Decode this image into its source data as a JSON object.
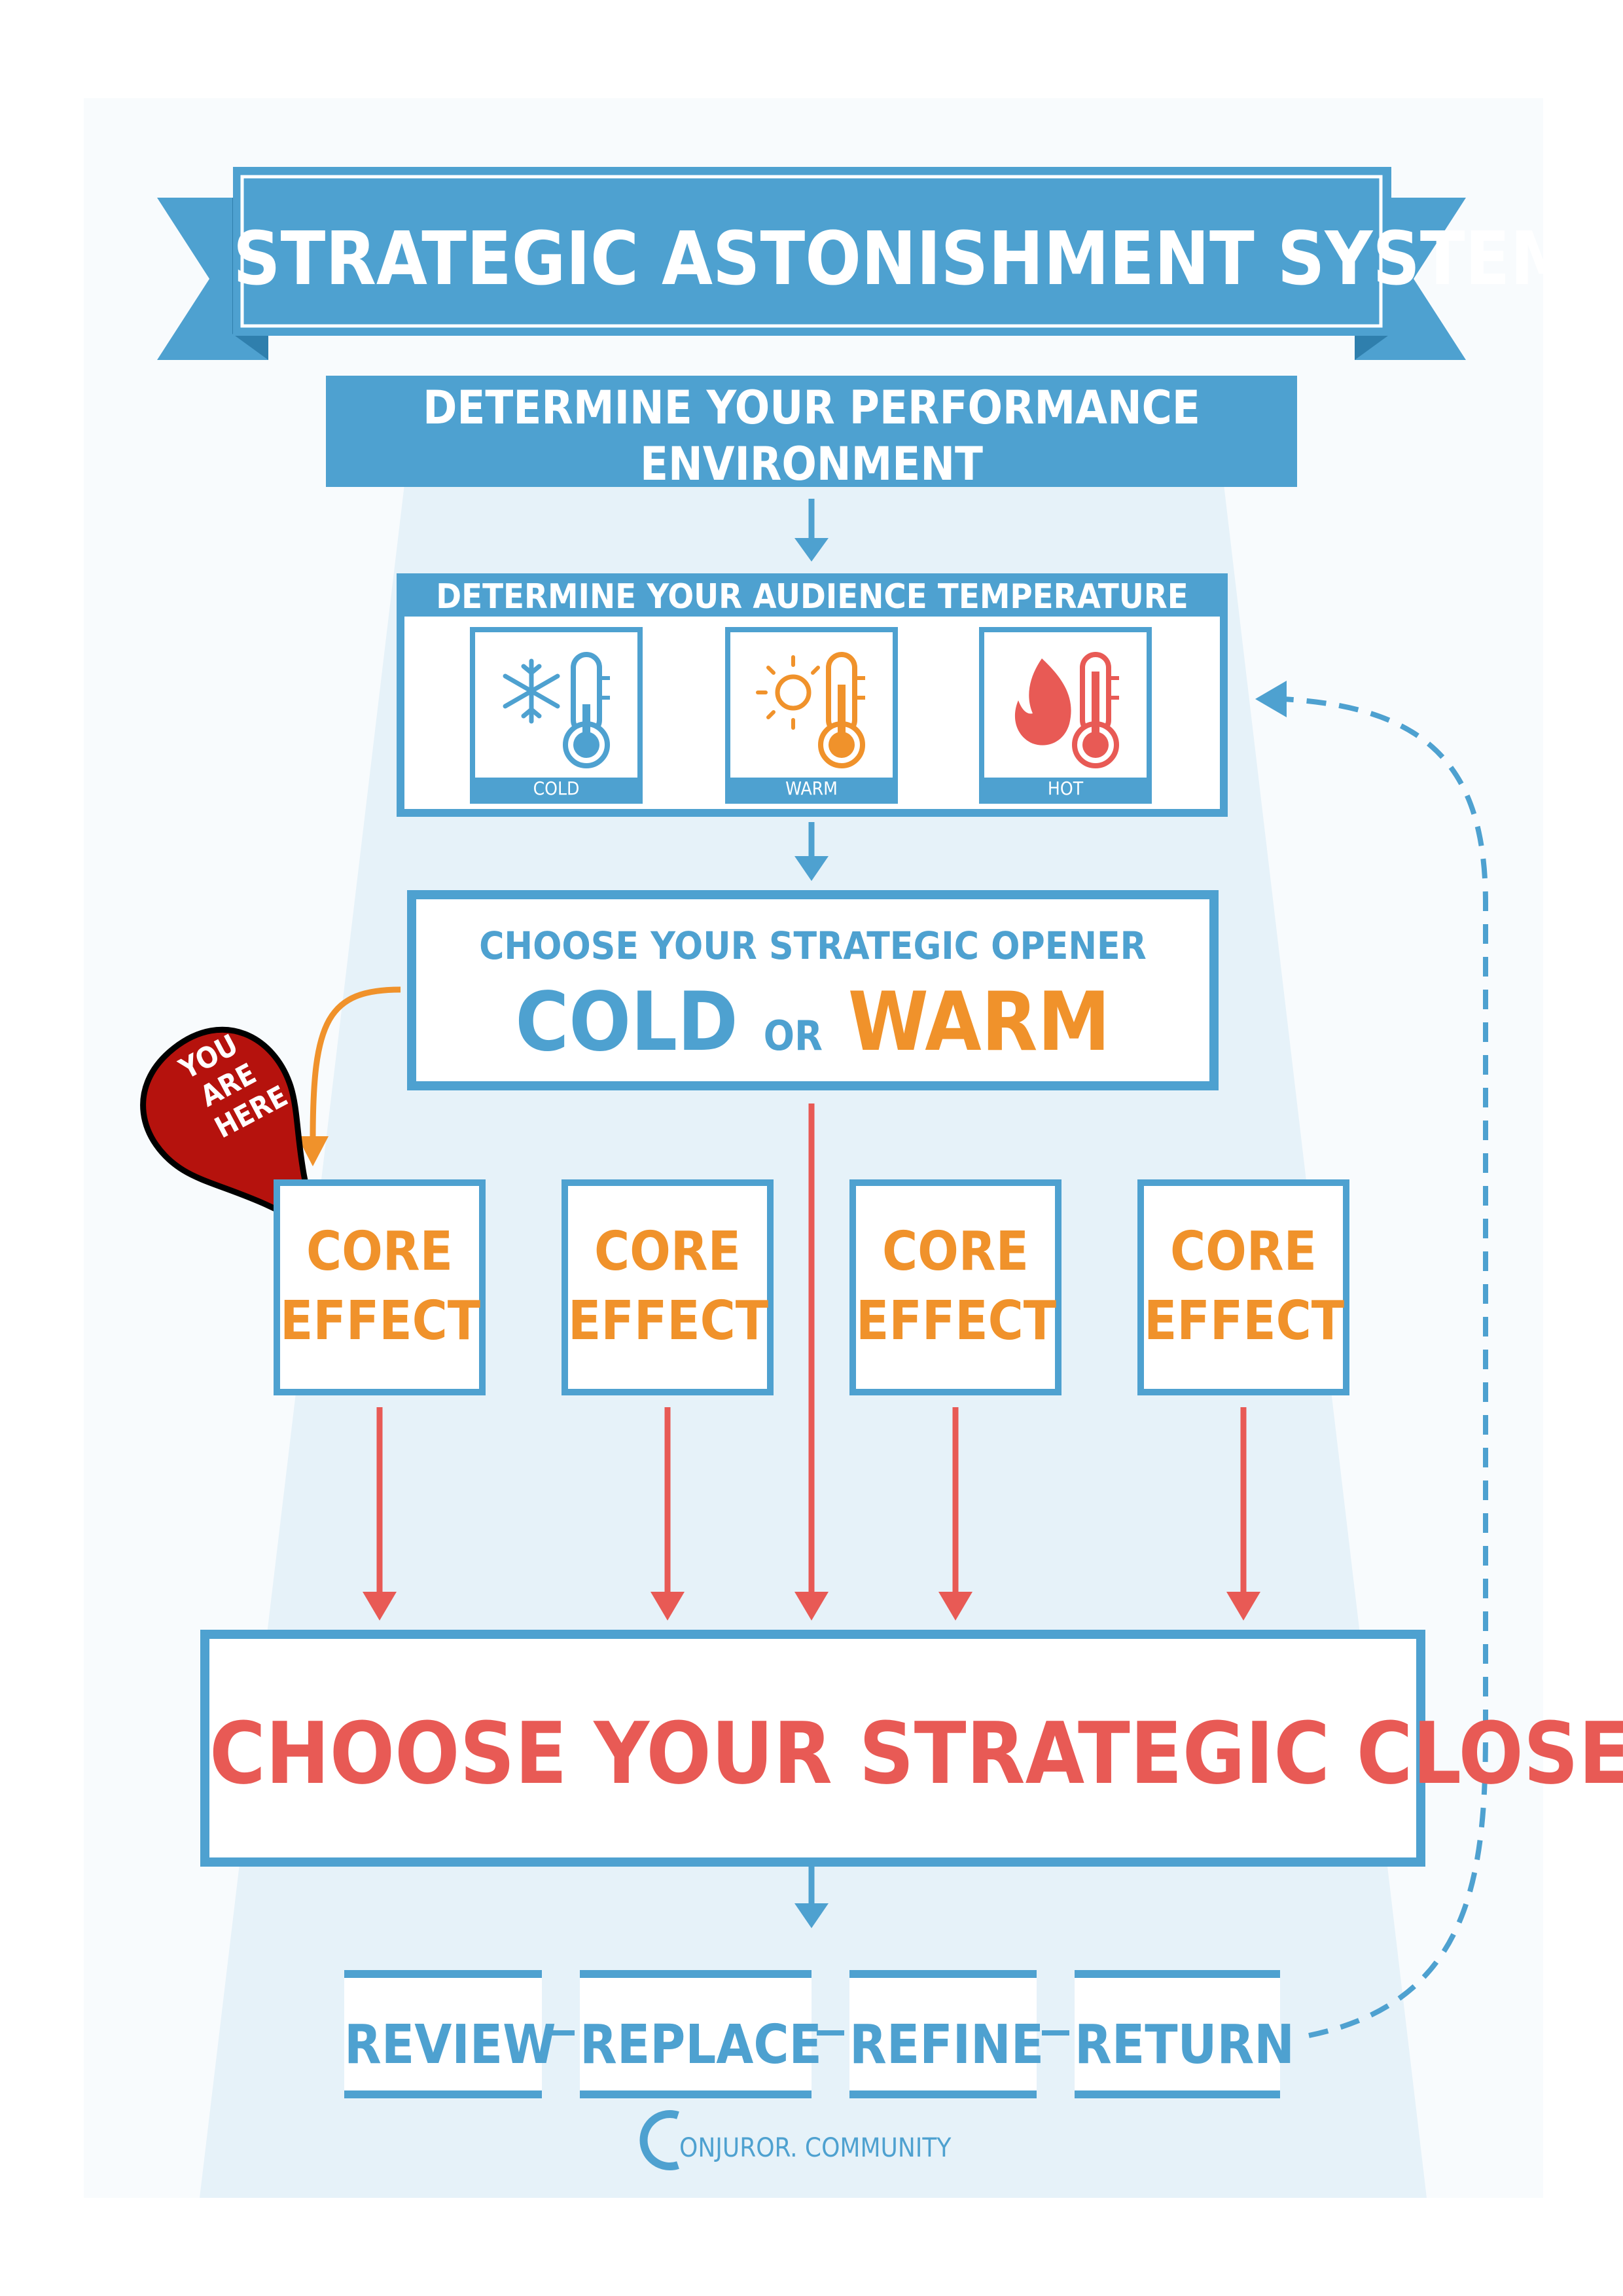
{
  "title": "STRATEGIC ASTONISHMENT SYSTEM",
  "step_environment": {
    "line1": "DETERMINE YOUR PERFORMANCE",
    "line2": "ENVIRONMENT"
  },
  "step_temperature": {
    "title": "DETERMINE YOUR AUDIENCE TEMPERATURE",
    "options": [
      {
        "label": "COLD",
        "icon": "snowflake-thermometer-icon",
        "color": "#4ea1d0"
      },
      {
        "label": "WARM",
        "icon": "sun-thermometer-icon",
        "color": "#f0922b"
      },
      {
        "label": "HOT",
        "icon": "flame-thermometer-icon",
        "color": "#e85a55"
      }
    ]
  },
  "step_opener": {
    "title": "CHOOSE YOUR STRATEGIC OPENER",
    "cold": "COLD",
    "or": "OR",
    "warm": "WARM"
  },
  "marker": {
    "line1": "YOU",
    "line2": "ARE",
    "line3": "HERE",
    "color": "#b5120d"
  },
  "core_effects": [
    {
      "line1": "CORE",
      "line2": "EFFECT"
    },
    {
      "line1": "CORE",
      "line2": "EFFECT"
    },
    {
      "line1": "CORE",
      "line2": "EFFECT"
    },
    {
      "line1": "CORE",
      "line2": "EFFECT"
    }
  ],
  "step_closer": {
    "title": "CHOOSE YOUR STRATEGIC CLOSER"
  },
  "cycle": [
    "REVIEW",
    "REPLACE",
    "REFINE",
    "RETURN"
  ],
  "footer": {
    "logo_letter": "C",
    "brand": "ONJUROR. COMMUNITY"
  },
  "colors": {
    "blue": "#4ea1d0",
    "orange": "#f0922b",
    "red": "#e85a55",
    "light_bg": "#e6f2f9"
  }
}
